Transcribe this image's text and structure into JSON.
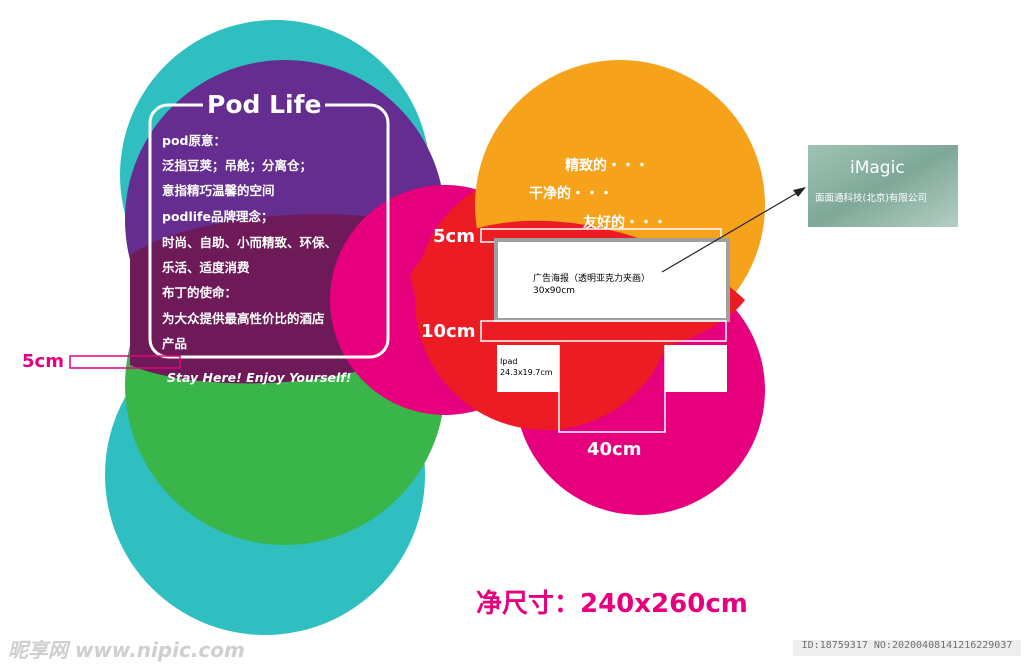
{
  "colors": {
    "teal": "#2fbfc1",
    "purple": "#652d90",
    "green": "#39b54a",
    "magenta": "#e6007e",
    "red": "#ec1c24",
    "orange": "#f7a21b",
    "plum": "#6e1a58"
  },
  "left_panel": {
    "title": "Pod Life",
    "lines": [
      "pod原意：",
      "泛指豆荚；吊舱；分离仓；",
      "意指精巧温馨的空间",
      "podlife品牌理念；",
      "时尚、自助、小而精致、环保、",
      "乐活、适度消费",
      "布丁的使命：",
      "为大众提供最高性价比的酒店",
      "产品"
    ],
    "slogan": "Stay Here! Enjoy Yourself!",
    "margin_label": "5cm"
  },
  "right_panel": {
    "qualities": [
      "精致的・・・",
      "干净的・・・",
      "友好的・・・"
    ],
    "dim_top": "5cm",
    "dim_middle": "10cm",
    "dim_bottom": "40cm",
    "poster_title": "广告海报（透明亚克力夹画）",
    "poster_size": "30x90cm",
    "ipad_name": "Ipad",
    "ipad_size": "24.3x19.7cm"
  },
  "sign": {
    "brand": "iMagic",
    "company": "面面通科技(北京)有限公司"
  },
  "total_size": "净尺寸：240x260cm",
  "watermark": {
    "logo": "昵享网 www.nipic.com",
    "id": "ID:18759317 NO:20200408141216229037"
  }
}
